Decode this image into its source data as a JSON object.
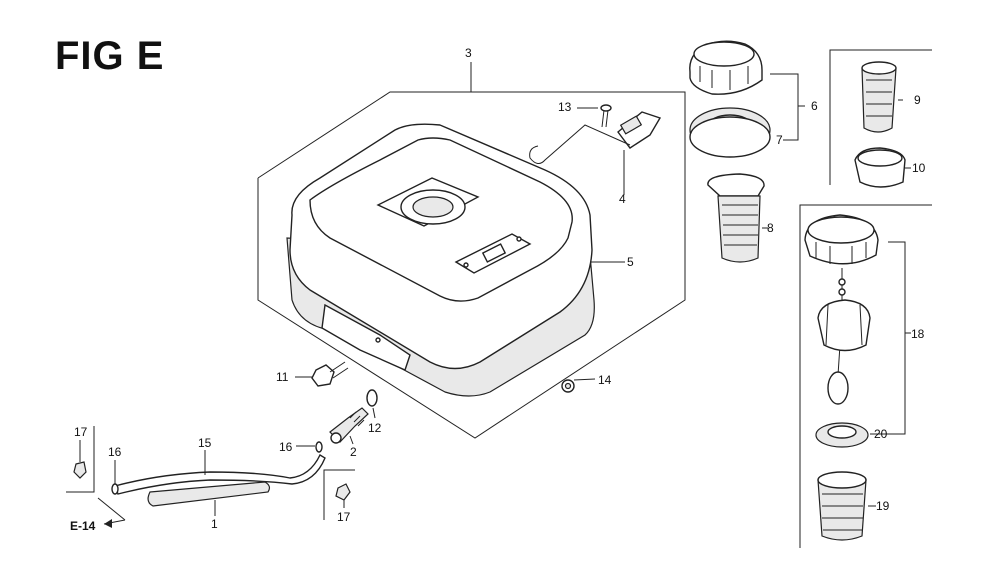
{
  "figure": {
    "title": "FIG E",
    "ref_code": "E-14"
  },
  "callouts": {
    "c1": "1",
    "c2": "2",
    "c3": "3",
    "c4": "4",
    "c5": "5",
    "c6": "6",
    "c7": "7",
    "c8": "8",
    "c9": "9",
    "c10": "10",
    "c11": "11",
    "c12": "12",
    "c13": "13",
    "c14": "14",
    "c15": "15",
    "c16a": "16",
    "c16b": "16",
    "c17a": "17",
    "c17b": "17",
    "c18": "18",
    "c19": "19",
    "c20": "20"
  }
}
